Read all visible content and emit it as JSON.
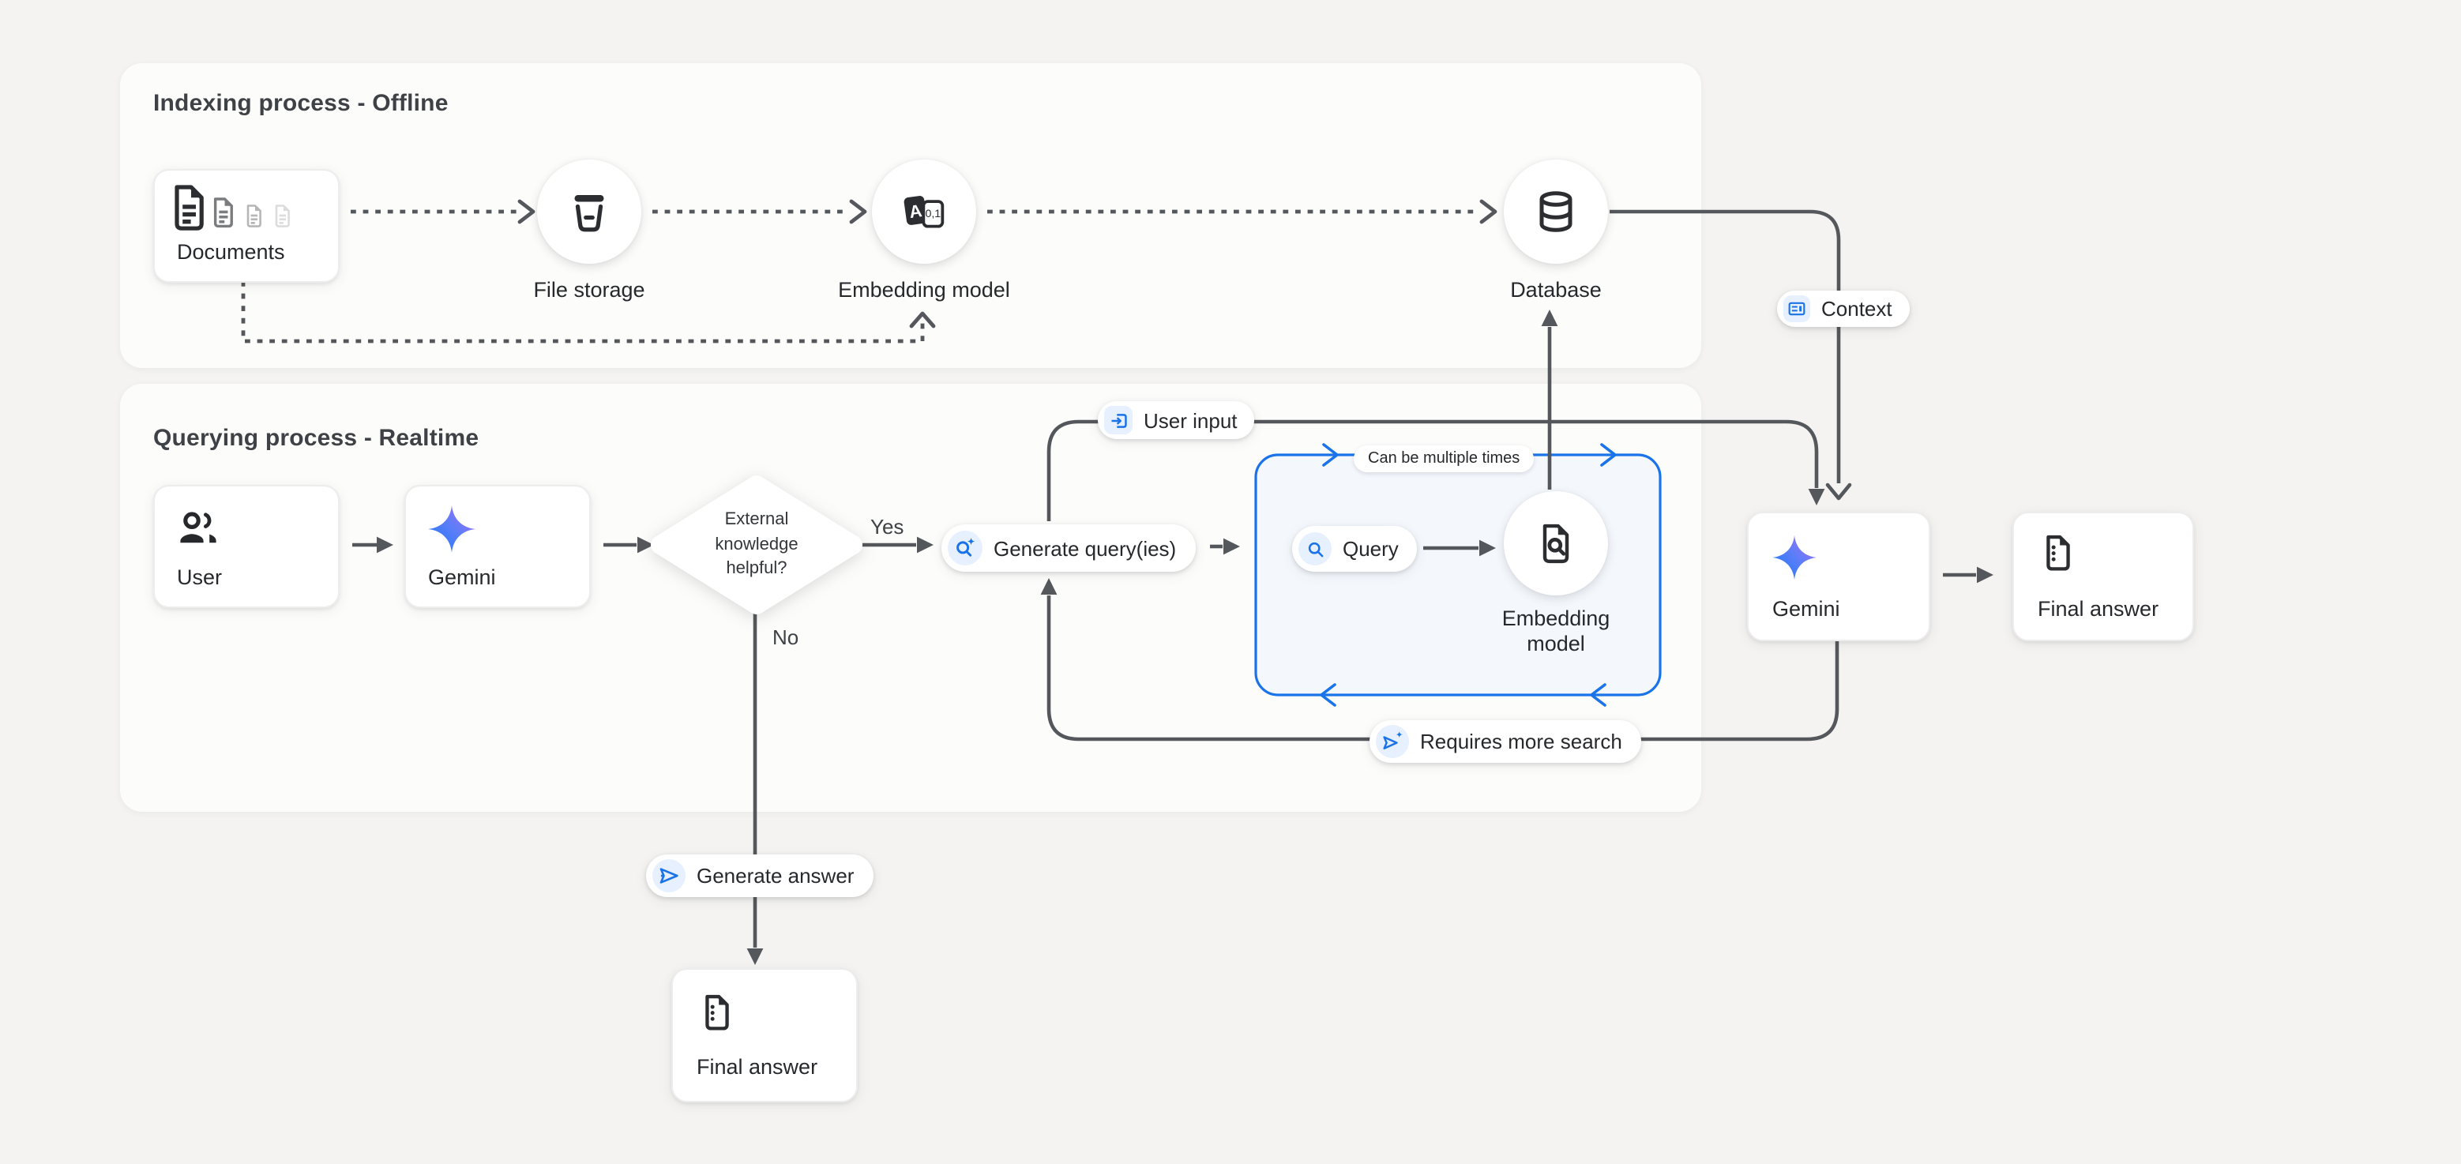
{
  "panels": {
    "indexing": {
      "title": "Indexing process - Offline"
    },
    "querying": {
      "title": "Querying process - Realtime"
    }
  },
  "nodes": {
    "documents": {
      "label": "Documents"
    },
    "file_storage": {
      "label": "File storage"
    },
    "embedding_model_top": {
      "label": "Embedding model"
    },
    "database": {
      "label": "Database"
    },
    "user": {
      "label": "User"
    },
    "gemini_left": {
      "label": "Gemini"
    },
    "decision": {
      "line1": "External",
      "line2": "knowledge",
      "line3": "helpful?"
    },
    "generate_queries": {
      "label": "Generate query(ies)"
    },
    "query": {
      "label": "Query"
    },
    "embedding_model_bottom": {
      "line1": "Embedding",
      "line2": "model"
    },
    "gemini_right": {
      "label": "Gemini"
    },
    "final_answer_right": {
      "label": "Final answer"
    },
    "final_answer_bottom": {
      "label": "Final answer"
    }
  },
  "pills": {
    "user_input": {
      "label": "User input"
    },
    "context": {
      "label": "Context"
    },
    "can_be_multiple_times": {
      "label": "Can be multiple times"
    },
    "requires_more_search": {
      "label": "Requires more search"
    },
    "generate_answer": {
      "label": "Generate answer"
    }
  },
  "edge_labels": {
    "yes": "Yes",
    "no": "No"
  },
  "icon_glyphs": {
    "embedding_letter": "A",
    "embedding_digits": "0,1"
  },
  "colors": {
    "page_bg": "#f4f3f1",
    "panel_bg": "#fcfcfb",
    "card_bg": "#ffffff",
    "line_gray": "#54575b",
    "accent_blue": "#1a73e8",
    "chip_bg": "#e7f0fe",
    "loop_box_fill": "#f4f8fd",
    "text": "#26282b",
    "title": "#3e4145"
  }
}
